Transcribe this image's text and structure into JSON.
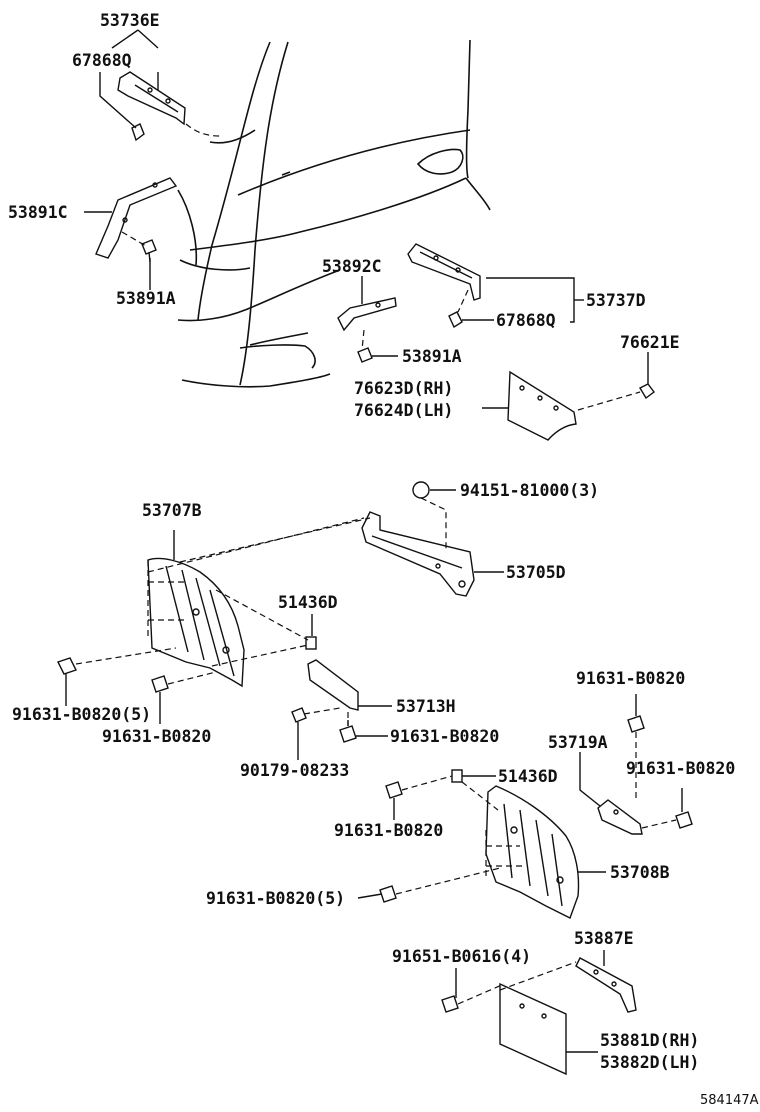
{
  "diagram": {
    "ref_code": "584147A",
    "labels": {
      "p53736E": "53736E",
      "p67868Q_top": "67868Q",
      "p53891C": "53891C",
      "p53891A_left": "53891A",
      "p53892C": "53892C",
      "p53737D": "53737D",
      "p67868Q_right": "67868Q",
      "p53891A_mid": "53891A",
      "p76621E": "76621E",
      "p76623D": "76623D(RH)",
      "p76624D": "76624D(LH)",
      "p94151": "94151-81000(3)",
      "p53707B": "53707B",
      "p53705D": "53705D",
      "p51436D_top": "51436D",
      "p91631_5_left": "91631-B0820(5)",
      "p91631_left2": "91631-B0820",
      "p53713H": "53713H",
      "p91631_mid": "91631-B0820",
      "p90179": "90179-08233",
      "p91631_right_top": "91631-B0820",
      "p53719A": "53719A",
      "p91631_right2": "91631-B0820",
      "p51436D_low": "51436D",
      "p91631_low": "91631-B0820",
      "p53708B": "53708B",
      "p91631_5_low": "91631-B0820(5)",
      "p53887E": "53887E",
      "p91651": "91651-B0616(4)",
      "p53881D": "53881D(RH)",
      "p53882D": "53882D(LH)"
    }
  }
}
